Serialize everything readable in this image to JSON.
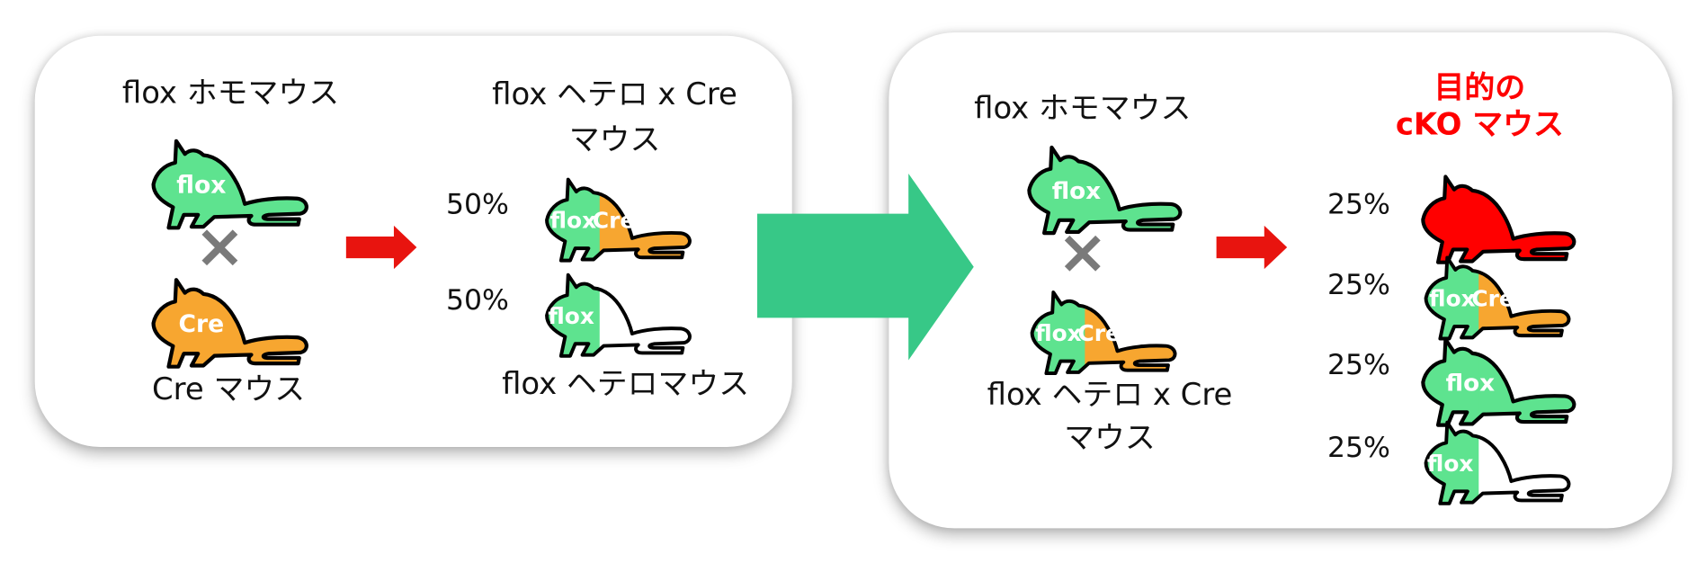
{
  "colors": {
    "flox": "#5ee38f",
    "cre": "#f7a630",
    "ko": "#ff0000",
    "white": "#ffffff",
    "big_arrow": "#37c887",
    "red_arrow": "#e8140f"
  },
  "panel1": {
    "parent1_label": "flox ホモマウス",
    "parent1_tag": "flox",
    "cross": "×",
    "parent2_label": "Cre マウス",
    "parent2_tag": "Cre",
    "offspring_top_label_1": "flox ヘテロ x Cre",
    "offspring_top_label_2": "マウス",
    "offspring": [
      {
        "percent": "50%",
        "tags": [
          "flox",
          "Cre"
        ]
      },
      {
        "percent": "50%",
        "tags": [
          "flox"
        ]
      }
    ],
    "offspring_bottom_label": "flox ヘテロマウス"
  },
  "panel2": {
    "parent1_label": "flox ホモマウス",
    "parent1_tag": "flox",
    "cross": "×",
    "parent2_tags": [
      "flox",
      "Cre"
    ],
    "parent2_label_1": "flox ヘテロ x Cre",
    "parent2_label_2": "マウス",
    "target_label_1": "目的の",
    "target_label_2": "cKO マウス",
    "offspring": [
      {
        "percent": "25%",
        "tags": []
      },
      {
        "percent": "25%",
        "tags": [
          "flox",
          "Cre"
        ]
      },
      {
        "percent": "25%",
        "tags": [
          "flox"
        ]
      },
      {
        "percent": "25%",
        "tags": [
          "flox"
        ]
      }
    ]
  }
}
